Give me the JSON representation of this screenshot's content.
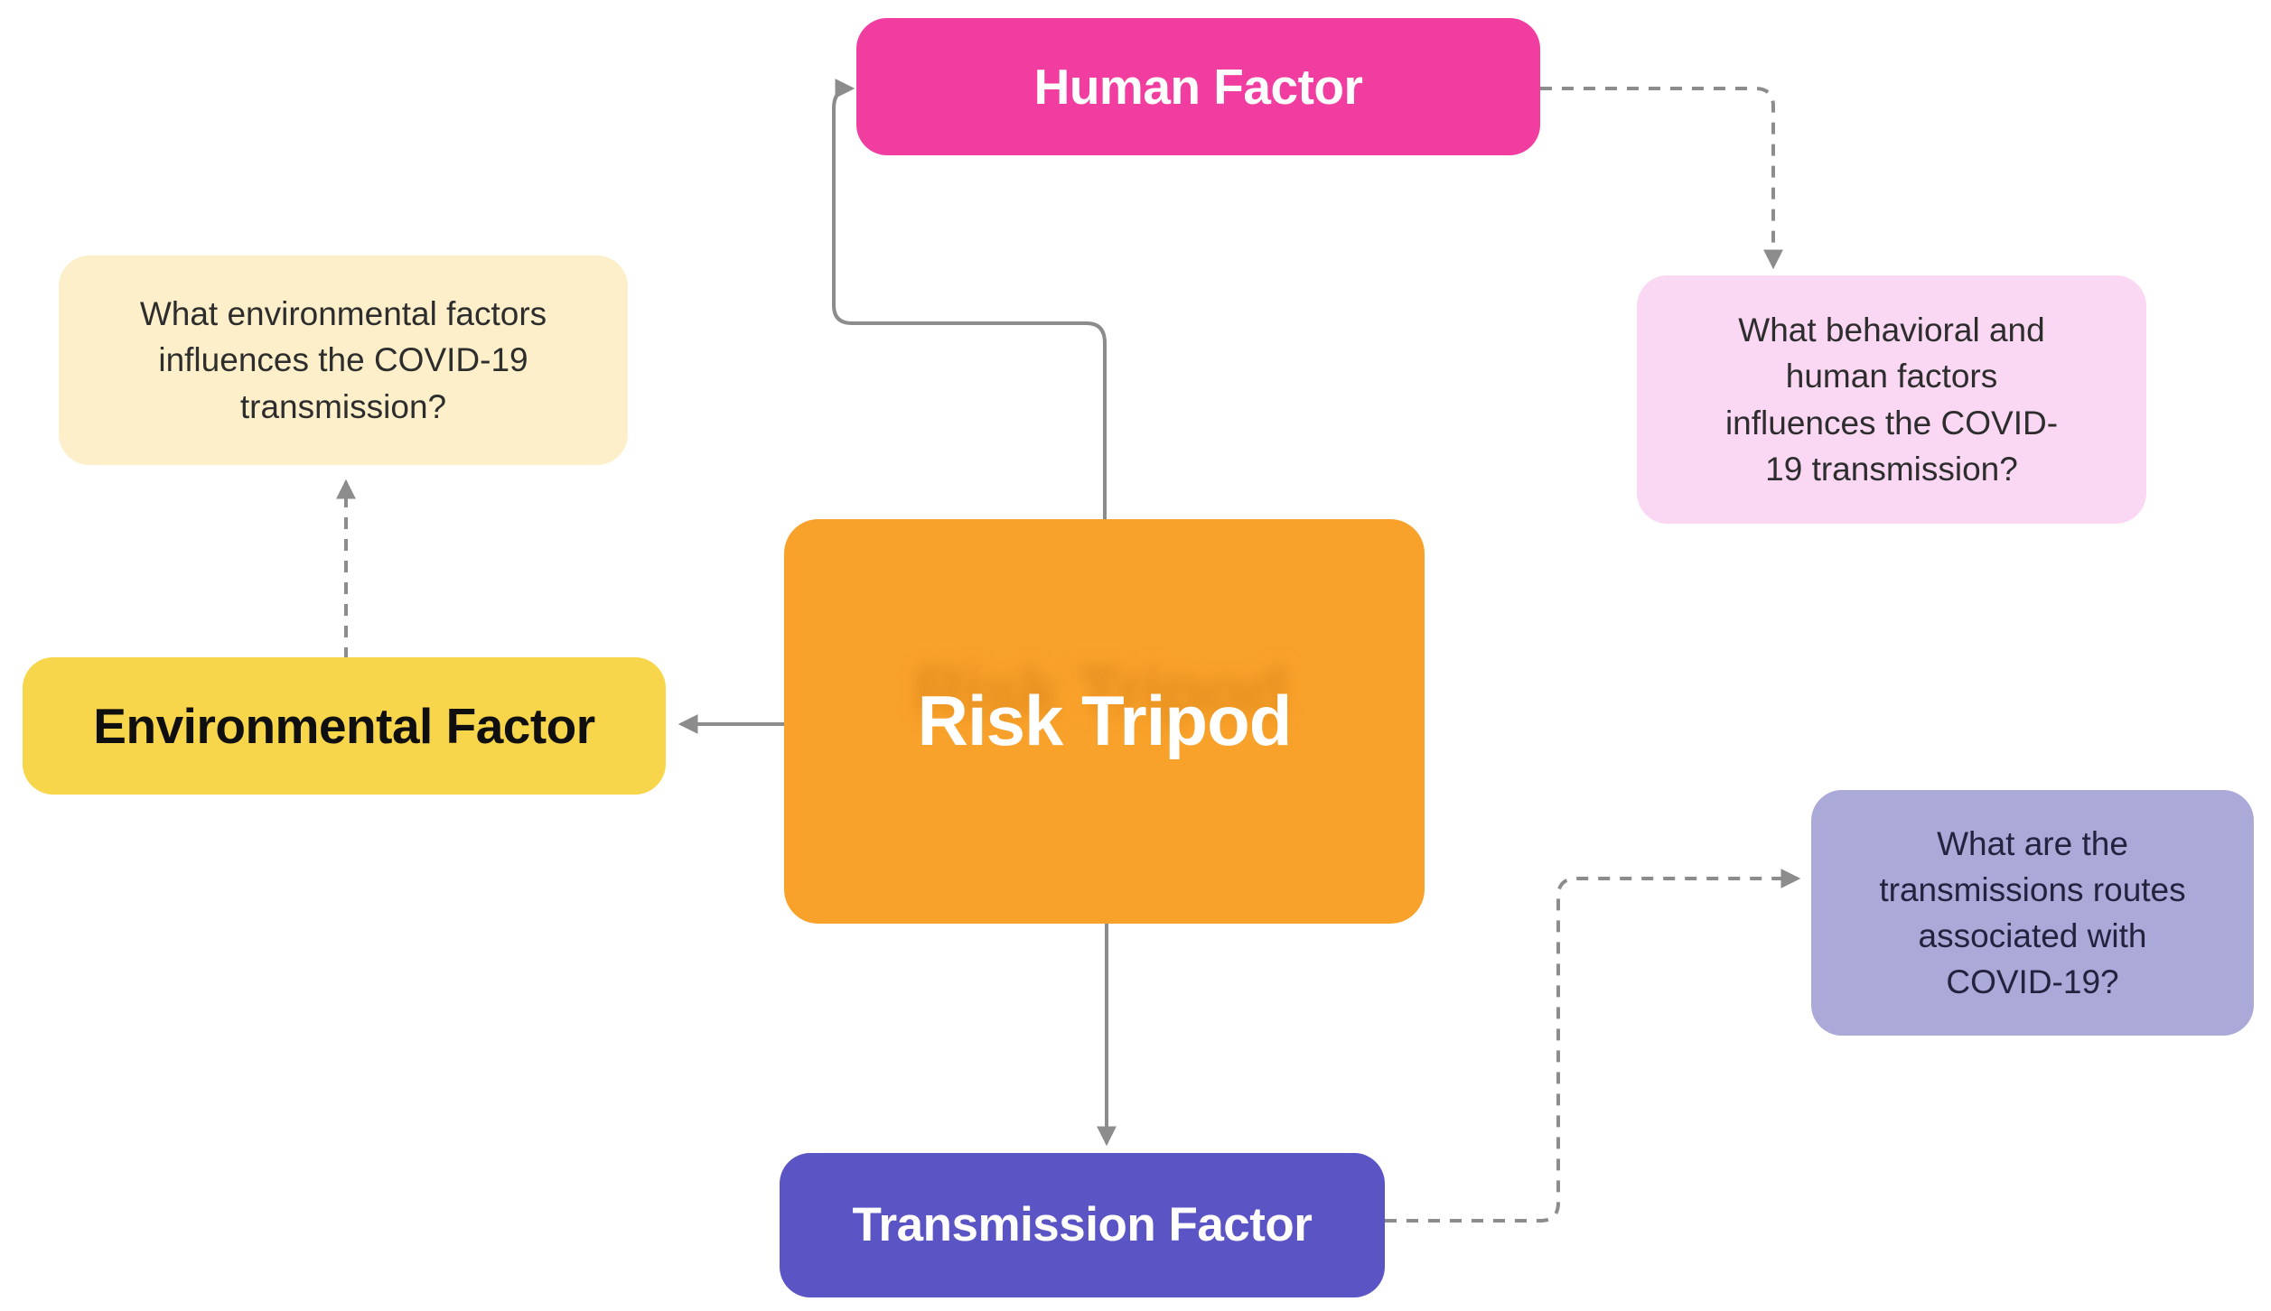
{
  "background": "#FFFFFF",
  "connector_color": "#8C8C8C",
  "nodes": {
    "risk_tripod": {
      "label": "Risk Tripod",
      "bg": "#F9A22B",
      "text_color": "#FFFFFF"
    },
    "human_factor": {
      "label": "Human Factor",
      "bg": "#F13DA0",
      "text_color": "#FFFFFF"
    },
    "environmental_factor": {
      "label": "Environmental Factor",
      "bg": "#F8D64B",
      "text_color": "#0F0F0F"
    },
    "transmission_factor": {
      "label": "Transmission Factor",
      "bg": "#5A54C4",
      "text_color": "#FFFFFF"
    },
    "environmental_question": {
      "label": "What environmental factors\ninfluences the COVID-19\ntransmission?",
      "bg": "#FCEFC9",
      "text_color": "#2D2D2D"
    },
    "human_question": {
      "label": "What behavioral and\nhuman factors\ninfluences the COVID-\n19 transmission?",
      "bg": "#FAD7F3",
      "text_color": "#2D2D2D"
    },
    "transmission_question": {
      "label": "What are the\ntransmissions routes\nassociated with\nCOVID-19?",
      "bg": "#ABA9D8",
      "text_color": "#232340"
    }
  },
  "edges": [
    {
      "from": "risk_tripod",
      "to": "human_factor",
      "style": "solid"
    },
    {
      "from": "risk_tripod",
      "to": "environmental_factor",
      "style": "solid"
    },
    {
      "from": "risk_tripod",
      "to": "transmission_factor",
      "style": "solid"
    },
    {
      "from": "environmental_factor",
      "to": "environmental_question",
      "style": "dashed"
    },
    {
      "from": "human_factor",
      "to": "human_question",
      "style": "dashed"
    },
    {
      "from": "transmission_factor",
      "to": "transmission_question",
      "style": "dashed"
    }
  ]
}
